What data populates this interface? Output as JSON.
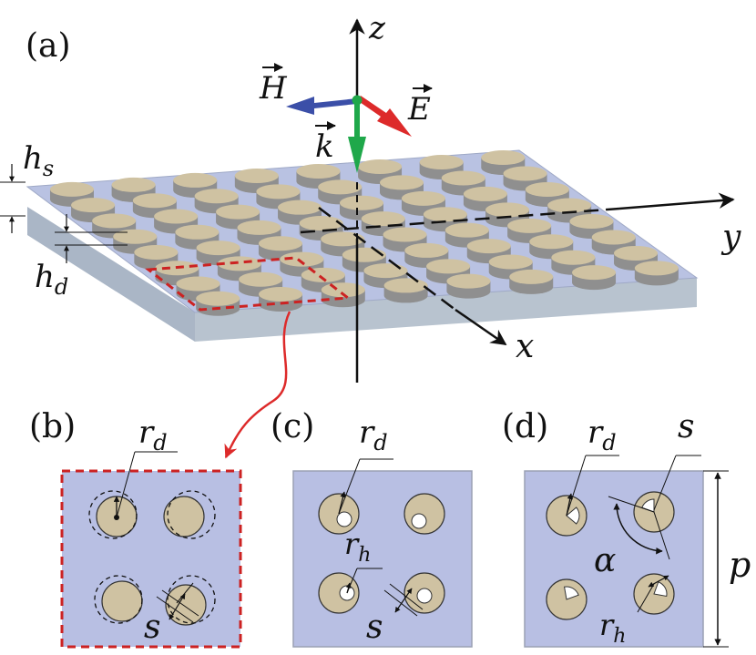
{
  "panels": {
    "a": "(a)",
    "b": "(b)",
    "c": "(c)",
    "d": "(d)"
  },
  "axes": {
    "z": "z",
    "y": "y",
    "x": "x"
  },
  "field_vectors": {
    "H": "H",
    "E": "E",
    "k": "k"
  },
  "heights": {
    "hs_base": "h",
    "hs_sub": "s",
    "hd_base": "h",
    "hd_sub": "d"
  },
  "params": {
    "r": "r",
    "d": "d",
    "h": "h",
    "s": "s",
    "p": "p",
    "alpha": "α"
  },
  "colors": {
    "substrate_top": "#b9c2e2",
    "substrate_side": "#aebac8",
    "disk_top": "#cfc2a2",
    "disk_side": "#8f8f8f",
    "cell_fill": "#b8bfe3",
    "cell_border": "#9aa0b4",
    "highlight": "#cc2222",
    "H_arrow": "#3b4fa8",
    "E_arrow": "#dd2a2a",
    "k_arrow": "#1fa84a"
  }
}
